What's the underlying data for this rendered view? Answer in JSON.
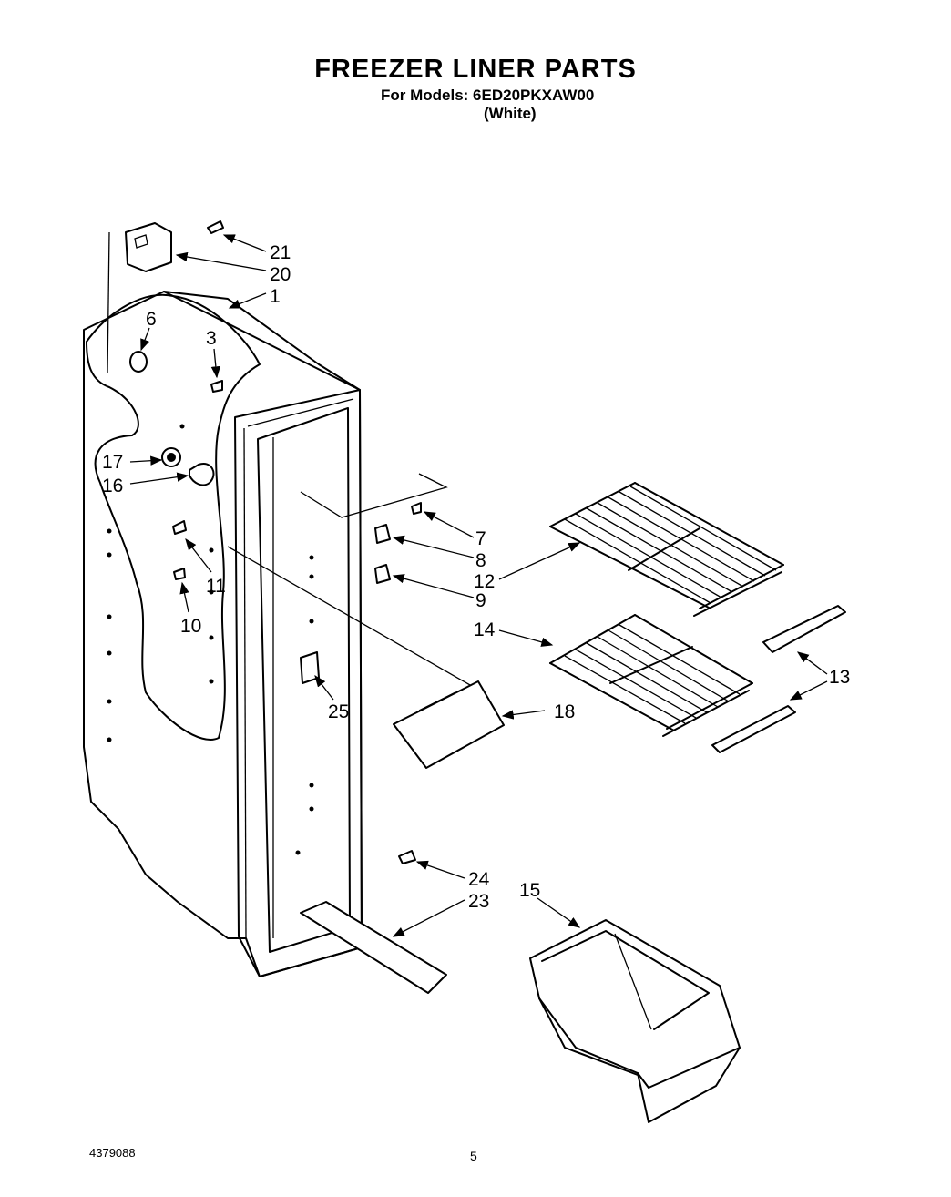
{
  "header": {
    "title": "FREEZER LINER PARTS",
    "models": "For Models: 6ED20PKXAW00",
    "color": "(White)"
  },
  "footer": {
    "document_number": "4379088",
    "page_number": "5"
  },
  "callouts": {
    "p1": "1",
    "p3": "3",
    "p6": "6",
    "p7": "7",
    "p8": "8",
    "p9": "9",
    "p10": "10",
    "p11": "11",
    "p12": "12",
    "p13": "13",
    "p14": "14",
    "p15": "15",
    "p16": "16",
    "p17": "17",
    "p18": "18",
    "p20": "20",
    "p21": "21",
    "p23": "23",
    "p24": "24",
    "p25": "25"
  }
}
